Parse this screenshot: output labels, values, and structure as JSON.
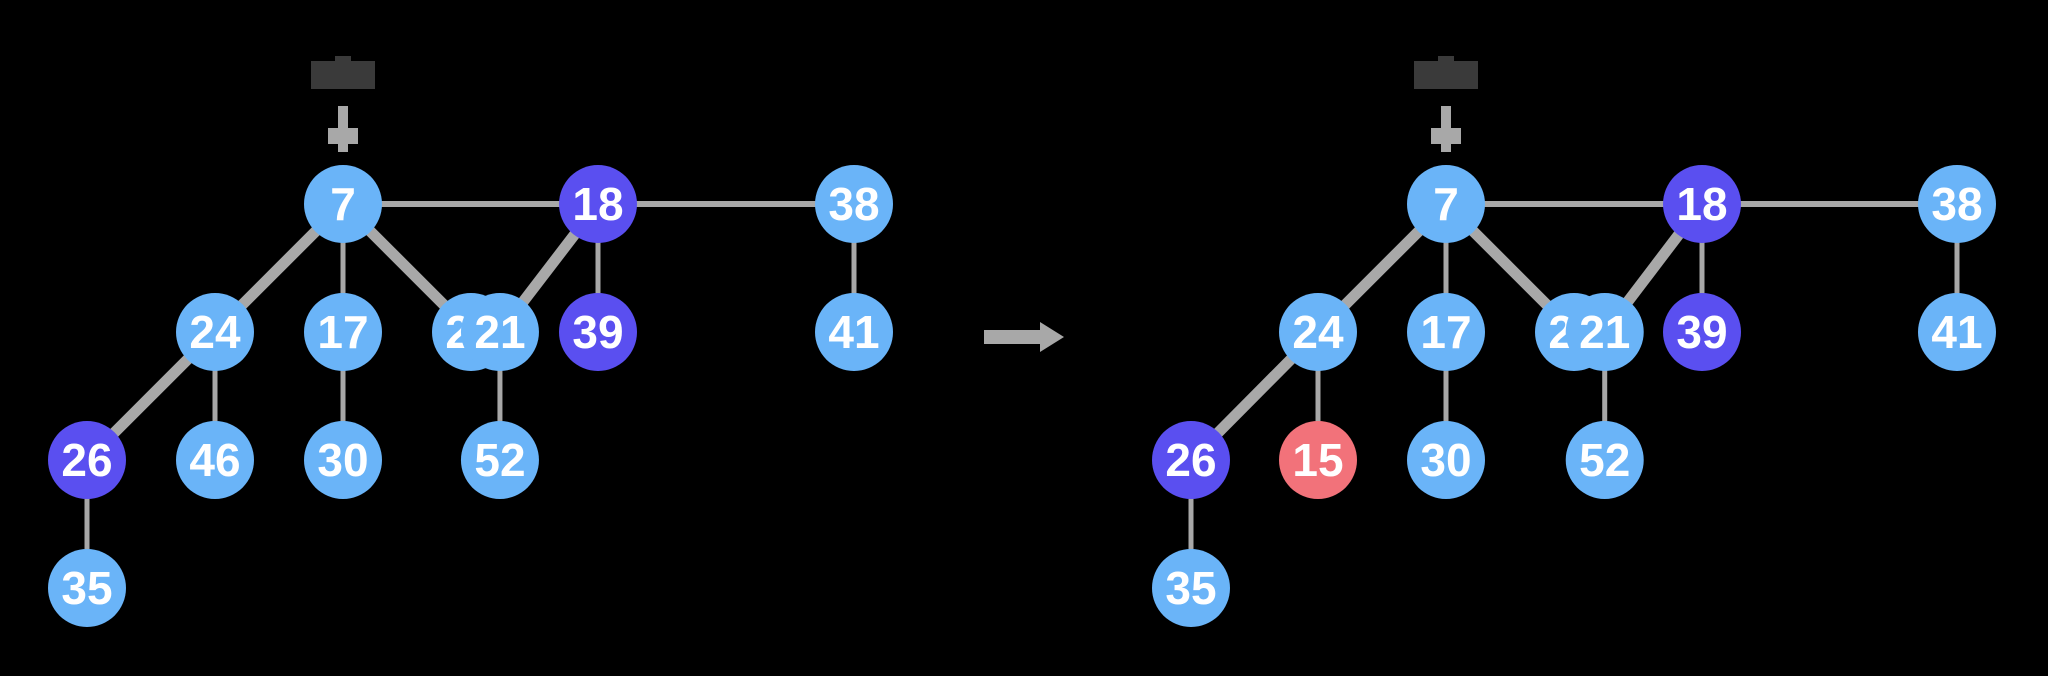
{
  "colors": {
    "background": "#000000",
    "node_default": "#6ab4f8",
    "node_marked": "#5a4ff0",
    "node_new": "#f2727a",
    "edge": "#a8a8a8",
    "min_box": "#3a3a3a"
  },
  "icons": {
    "min_pointer": "dark-rectangle-with-down-arrow",
    "transition_arrow": "right-arrow-icon"
  },
  "trees": [
    {
      "side": "before",
      "nodes": [
        {
          "id": "7",
          "label": "7",
          "state": "default"
        },
        {
          "id": "18",
          "label": "18",
          "state": "marked"
        },
        {
          "id": "38",
          "label": "38",
          "state": "default"
        },
        {
          "id": "24",
          "label": "24",
          "state": "default"
        },
        {
          "id": "17",
          "label": "17",
          "state": "default"
        },
        {
          "id": "23",
          "label": "23",
          "state": "default"
        },
        {
          "id": "21",
          "label": "21",
          "state": "default"
        },
        {
          "id": "39",
          "label": "39",
          "state": "marked"
        },
        {
          "id": "41",
          "label": "41",
          "state": "default"
        },
        {
          "id": "26",
          "label": "26",
          "state": "marked"
        },
        {
          "id": "46",
          "label": "46",
          "state": "default"
        },
        {
          "id": "30",
          "label": "30",
          "state": "default"
        },
        {
          "id": "52",
          "label": "52",
          "state": "default"
        },
        {
          "id": "35",
          "label": "35",
          "state": "default"
        }
      ],
      "roots": [
        "7",
        "18",
        "38"
      ],
      "edges": [
        [
          "7",
          "24"
        ],
        [
          "7",
          "17"
        ],
        [
          "7",
          "23"
        ],
        [
          "18",
          "21"
        ],
        [
          "18",
          "39"
        ],
        [
          "38",
          "41"
        ],
        [
          "24",
          "26"
        ],
        [
          "24",
          "46"
        ],
        [
          "17",
          "30"
        ],
        [
          "21",
          "52"
        ],
        [
          "26",
          "35"
        ]
      ]
    },
    {
      "side": "after",
      "nodes": [
        {
          "id": "7",
          "label": "7",
          "state": "default"
        },
        {
          "id": "18",
          "label": "18",
          "state": "marked"
        },
        {
          "id": "38",
          "label": "38",
          "state": "default"
        },
        {
          "id": "24",
          "label": "24",
          "state": "default"
        },
        {
          "id": "17",
          "label": "17",
          "state": "default"
        },
        {
          "id": "23",
          "label": "23",
          "state": "default"
        },
        {
          "id": "21",
          "label": "21",
          "state": "default"
        },
        {
          "id": "39",
          "label": "39",
          "state": "marked"
        },
        {
          "id": "41",
          "label": "41",
          "state": "default"
        },
        {
          "id": "26",
          "label": "26",
          "state": "marked"
        },
        {
          "id": "15",
          "label": "15",
          "state": "new"
        },
        {
          "id": "30",
          "label": "30",
          "state": "default"
        },
        {
          "id": "52",
          "label": "52",
          "state": "default"
        },
        {
          "id": "35",
          "label": "35",
          "state": "default"
        }
      ],
      "roots": [
        "7",
        "18",
        "38"
      ],
      "edges": [
        [
          "7",
          "24"
        ],
        [
          "7",
          "17"
        ],
        [
          "7",
          "23"
        ],
        [
          "18",
          "21"
        ],
        [
          "18",
          "39"
        ],
        [
          "38",
          "41"
        ],
        [
          "24",
          "26"
        ],
        [
          "24",
          "15"
        ],
        [
          "17",
          "30"
        ],
        [
          "21",
          "52"
        ],
        [
          "26",
          "35"
        ]
      ]
    }
  ]
}
